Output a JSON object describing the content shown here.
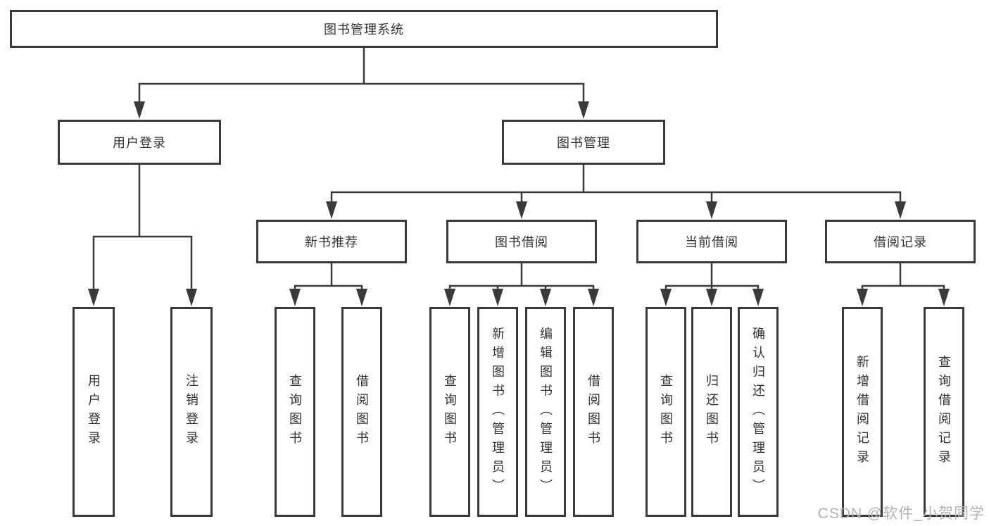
{
  "diagram": {
    "type": "hierarchy-tree",
    "colors": {
      "line": "#3a3a3a",
      "border": "#3a3a3a",
      "text": "#333333",
      "background": "#ffffff",
      "watermark": "#b3b3b3"
    }
  },
  "tree": {
    "label": "图书管理系统",
    "children": [
      {
        "label": "用户登录",
        "children": [
          {
            "label": "用户登录"
          },
          {
            "label": "注销登录"
          }
        ]
      },
      {
        "label": "图书管理",
        "children": [
          {
            "label": "新书推荐",
            "children": [
              {
                "label": "查询图书"
              },
              {
                "label": "借阅图书"
              }
            ]
          },
          {
            "label": "图书借阅",
            "children": [
              {
                "label": "查询图书"
              },
              {
                "label": "新增图书（管理员）"
              },
              {
                "label": "编辑图书（管理员）"
              },
              {
                "label": "借阅图书"
              }
            ]
          },
          {
            "label": "当前借阅",
            "children": [
              {
                "label": "查询图书"
              },
              {
                "label": "归还图书"
              },
              {
                "label": "确认归还（管理员）"
              }
            ]
          },
          {
            "label": "借阅记录",
            "children": [
              {
                "label": "新增借阅记录"
              },
              {
                "label": "查询借阅记录"
              }
            ]
          }
        ]
      }
    ]
  },
  "watermark": {
    "text": "CSDN @软件_小贺同学"
  }
}
